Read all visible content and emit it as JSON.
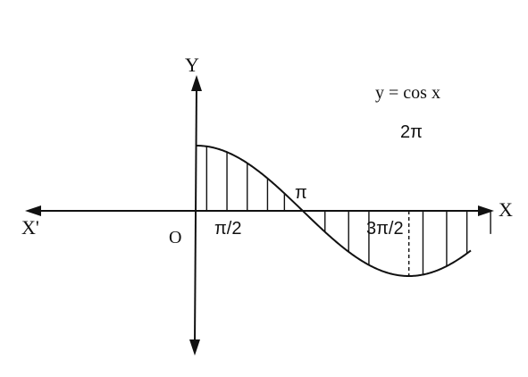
{
  "figure": {
    "equation": "y = cos x",
    "axis_labels": {
      "x_positive": "X",
      "x_negative": "X'",
      "y_positive": "Y",
      "origin": "O"
    },
    "tick_labels": {
      "half_pi": "π/2",
      "pi": "π",
      "three_half_pi": "3π/2",
      "two_pi": "2π"
    },
    "colors": {
      "ink": "#111111",
      "background": "#ffffff"
    }
  }
}
